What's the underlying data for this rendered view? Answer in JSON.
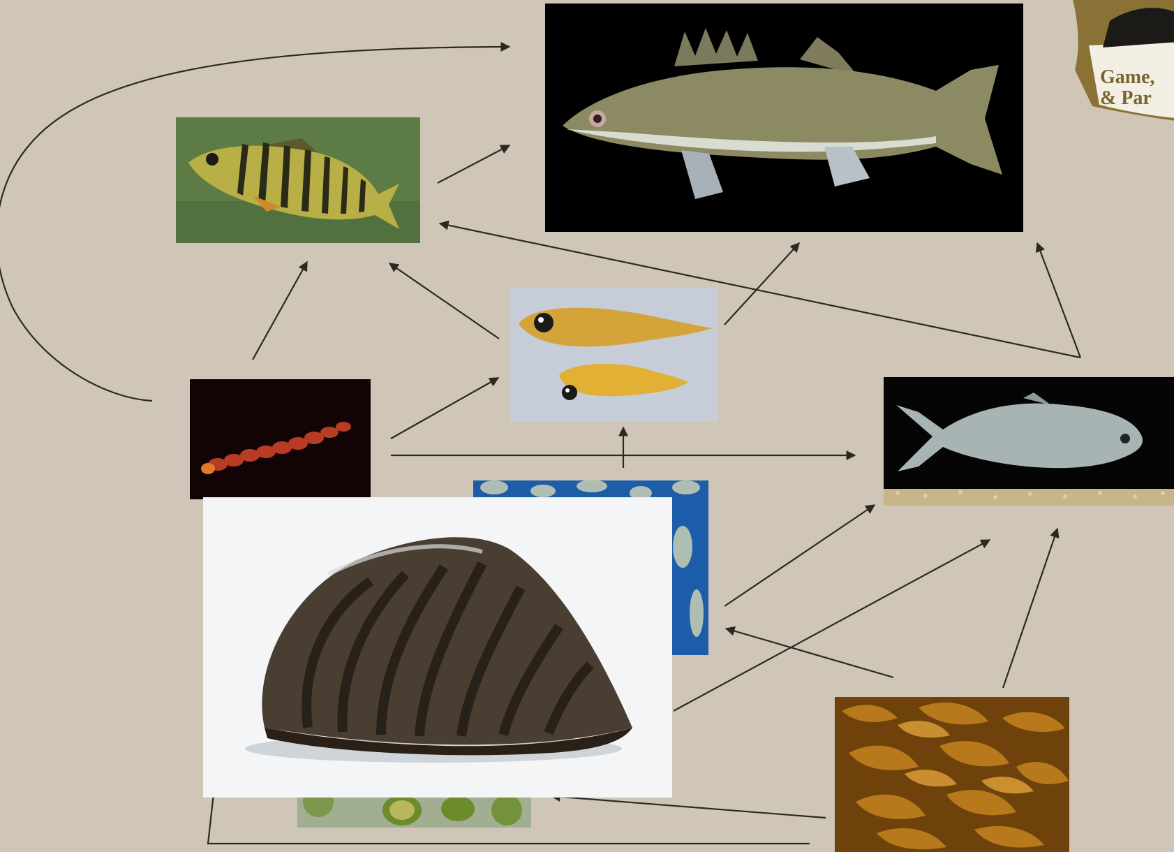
{
  "diagram": {
    "organisms": [
      {
        "id": "walleye",
        "icon": "walleye-fish"
      },
      {
        "id": "yellow-perch",
        "icon": "yellow-perch-fish"
      },
      {
        "id": "larval-fish",
        "icon": "larval-fish"
      },
      {
        "id": "midge-larva",
        "icon": "midge-larva"
      },
      {
        "id": "alewife",
        "icon": "alewife-fish"
      },
      {
        "id": "zooplankton",
        "icon": "zooplankton"
      },
      {
        "id": "zebra-mussel",
        "icon": "zebra-mussel"
      },
      {
        "id": "algae",
        "icon": "algae-cells"
      },
      {
        "id": "detritus",
        "icon": "leaf-detritus"
      }
    ],
    "links": [
      {
        "from": "midge-larva",
        "to": "walleye"
      },
      {
        "from": "yellow-perch",
        "to": "walleye"
      },
      {
        "from": "midge-larva",
        "to": "yellow-perch"
      },
      {
        "from": "larval-fish",
        "to": "yellow-perch"
      },
      {
        "from": "alewife",
        "to": "yellow-perch"
      },
      {
        "from": "larval-fish",
        "to": "walleye"
      },
      {
        "from": "alewife",
        "to": "walleye"
      },
      {
        "from": "midge-larva",
        "to": "larval-fish"
      },
      {
        "from": "midge-larva",
        "to": "alewife"
      },
      {
        "from": "zooplankton",
        "to": "larval-fish"
      },
      {
        "from": "zooplankton",
        "to": "alewife"
      },
      {
        "from": "zebra-mussel",
        "to": "alewife"
      },
      {
        "from": "detritus",
        "to": "alewife"
      },
      {
        "from": "detritus",
        "to": "zooplankton"
      },
      {
        "from": "detritus",
        "to": "algae"
      },
      {
        "from": "detritus",
        "to": "zebra-mussel"
      }
    ]
  },
  "logo": {
    "text": "Game, \n& Par",
    "colors": {
      "shield": "#8a7236",
      "text": "#7a6430"
    }
  },
  "colors": {
    "background": "#d0c6b8",
    "arrow": "#2e2720"
  }
}
